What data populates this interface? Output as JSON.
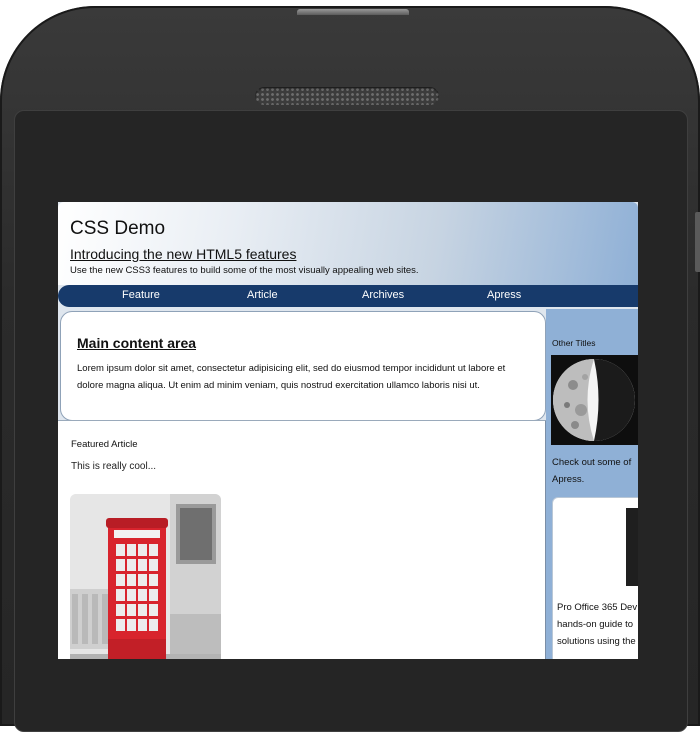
{
  "site": {
    "title": "CSS Demo",
    "subtitle": "Introducing the new HTML5 features",
    "tagline": "Use the new CSS3 features to build some of the most visually appealing web sites."
  },
  "nav": {
    "items": [
      {
        "label": "Feature"
      },
      {
        "label": "Article"
      },
      {
        "label": "Archives"
      },
      {
        "label": "Apress"
      }
    ]
  },
  "main": {
    "title": "Main content area",
    "text": "Lorem ipsum dolor sit amet, consectetur adipisicing elit, sed do eiusmod tempor incididunt ut labore et dolore magna aliqua. Ut enim ad minim veniam, quis nostrud exercitation ullamco laboris nisi ut."
  },
  "article": {
    "heading": "Featured Article",
    "text": "This is really cool..."
  },
  "sidebar": {
    "title": "Other Titles",
    "text_line1": "Check out some of",
    "text_line2": "Apress.",
    "book_line1": "Pro Office 365 Dev",
    "book_line2": "hands-on guide to",
    "book_line3": "solutions using the"
  },
  "colors": {
    "nav": "#173a6b",
    "sidebar": "#8fb0d6",
    "device": "#2b2b2b",
    "phonebox": "#d8242d"
  },
  "icons": {
    "photo": "red-telephone-box-image",
    "moon": "moon-image"
  }
}
